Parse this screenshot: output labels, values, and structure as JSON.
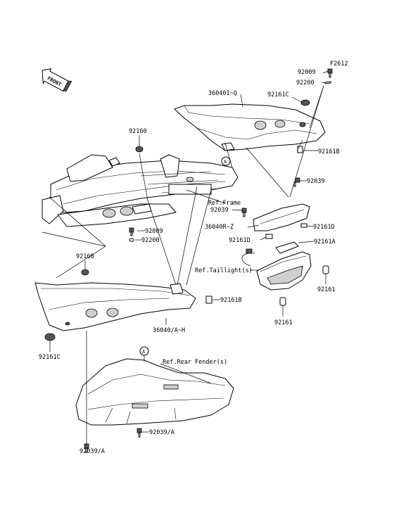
{
  "figure_code": "F2612",
  "front_arrow": "FRONT",
  "callouts": {
    "p92009_top": "92009",
    "p92200_top": "92200",
    "p36040IQ": "36040I~Q",
    "p92161C_top": "92161C",
    "p92160_top": "92160",
    "p92161B_top": "92161B",
    "ref_A_top": "A",
    "p92039_right": "92039",
    "ref_frame": "Ref.Frame",
    "p92039_mid": "92039",
    "p36040RZ": "36040R~Z",
    "p92161D_right": "92161D",
    "p92009_mid": "92009",
    "p92200_mid": "92200",
    "p92161D_mid": "92161D",
    "p92161A": "92161A",
    "p92160_low": "92160",
    "ref_taillight": "Ref.Taillight(s)",
    "p92161_right": "92161",
    "p92161B_low": "92161B",
    "p92161_low": "92161",
    "p36040AH": "36040/A~H",
    "p92161C_low": "92161C",
    "ref_A_low": "A",
    "ref_rear_fender": "Ref.Rear Fender(s)",
    "p92039A_right": "92039/A",
    "p92039A_bottom": "92039/A"
  }
}
